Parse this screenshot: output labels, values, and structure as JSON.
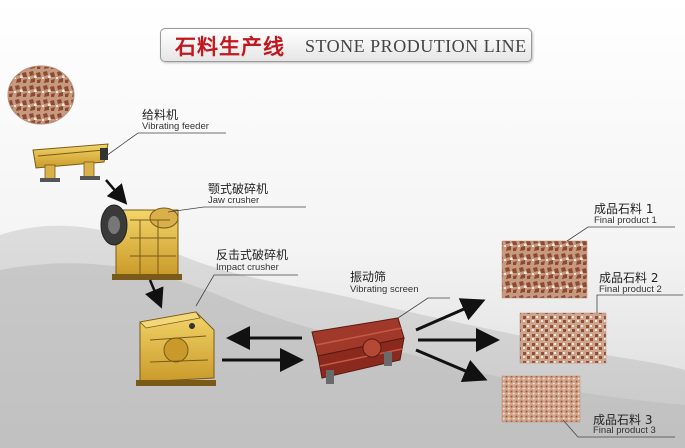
{
  "title": {
    "cn": "石料生产线",
    "en": "STONE PRODUTION LINE"
  },
  "machines": {
    "feeder": {
      "cn": "给料机",
      "en": "Vibrating feeder"
    },
    "jaw": {
      "cn": "颚式破碎机",
      "en": "Jaw crusher"
    },
    "impact": {
      "cn": "反击式破碎机",
      "en": "Impact crusher"
    },
    "screen": {
      "cn": "振动筛",
      "en": "Vibrating screen"
    }
  },
  "products": [
    {
      "cn": "成品石料 1",
      "en": "Final product 1"
    },
    {
      "cn": "成品石料 2",
      "en": "Final product 2"
    },
    {
      "cn": "成品石料 3",
      "en": "Final product 3"
    }
  ],
  "colors": {
    "title_red": "#c0181e",
    "machine_yellow": "#e8c04a",
    "screen_red": "#8a2a1e",
    "arrow": "#111111"
  }
}
